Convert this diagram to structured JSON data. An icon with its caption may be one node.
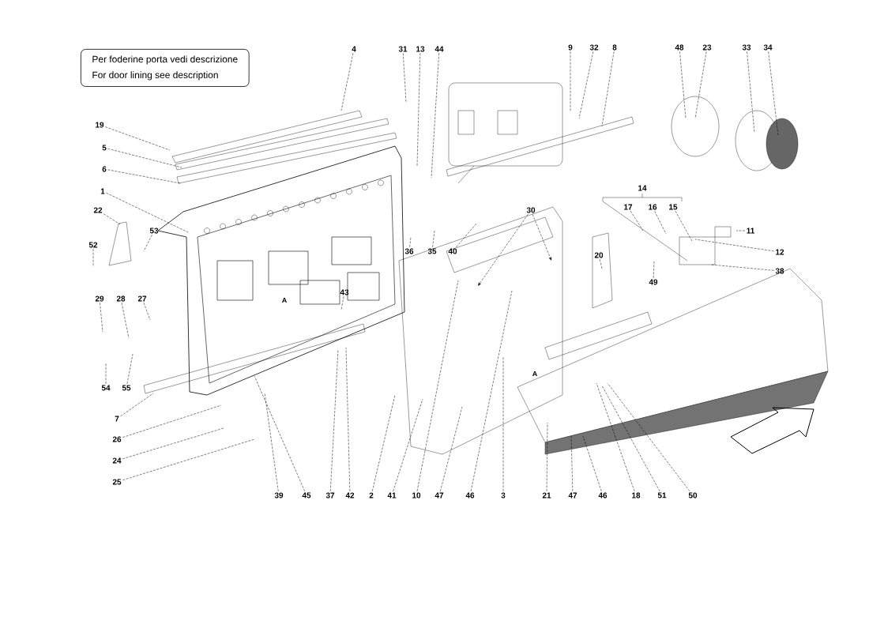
{
  "diagram": {
    "nodes": [
      {
        "text": [
          "Per foderine porta vedi descrizione",
          "For door lining see description"
        ]
      },
      {
        "text": [
          "4"
        ]
      },
      {
        "text": [
          "31"
        ]
      },
      {
        "text": [
          "13"
        ]
      },
      {
        "text": [
          "44"
        ]
      },
      {
        "text": [
          "9"
        ]
      },
      {
        "text": [
          "32"
        ]
      },
      {
        "text": [
          "8"
        ]
      },
      {
        "text": [
          "48"
        ]
      },
      {
        "text": [
          "23"
        ]
      },
      {
        "text": [
          "33"
        ]
      },
      {
        "text": [
          "34"
        ]
      },
      {
        "text": [
          "19"
        ]
      },
      {
        "text": [
          "5"
        ]
      },
      {
        "text": [
          "6"
        ]
      },
      {
        "text": [
          "1"
        ]
      },
      {
        "text": [
          "22"
        ]
      },
      {
        "text": [
          "53"
        ]
      },
      {
        "text": [
          "52"
        ]
      },
      {
        "text": [
          "14"
        ]
      },
      {
        "text": [
          "17"
        ]
      },
      {
        "text": [
          "16"
        ]
      },
      {
        "text": [
          "15"
        ]
      },
      {
        "text": [
          "30"
        ]
      },
      {
        "text": [
          "11"
        ]
      },
      {
        "text": [
          "36"
        ]
      },
      {
        "text": [
          "35"
        ]
      },
      {
        "text": [
          "40"
        ]
      },
      {
        "text": [
          "12"
        ]
      },
      {
        "text": [
          "20"
        ]
      },
      {
        "text": [
          "38"
        ]
      },
      {
        "text": [
          "49"
        ]
      },
      {
        "text": [
          "43"
        ]
      },
      {
        "text": [
          "29"
        ]
      },
      {
        "text": [
          "28"
        ]
      },
      {
        "text": [
          "27"
        ]
      },
      {
        "text": [
          "54"
        ]
      },
      {
        "text": [
          "55"
        ]
      },
      {
        "text": [
          "7"
        ]
      },
      {
        "text": [
          "26"
        ]
      },
      {
        "text": [
          "24"
        ]
      },
      {
        "text": [
          "25"
        ]
      },
      {
        "text": [
          "39"
        ]
      },
      {
        "text": [
          "45"
        ]
      },
      {
        "text": [
          "37"
        ]
      },
      {
        "text": [
          "42"
        ]
      },
      {
        "text": [
          "2"
        ]
      },
      {
        "text": [
          "41"
        ]
      },
      {
        "text": [
          "10"
        ]
      },
      {
        "text": [
          "47"
        ]
      },
      {
        "text": [
          "46"
        ]
      },
      {
        "text": [
          "3"
        ]
      },
      {
        "text": [
          "21"
        ]
      },
      {
        "text": [
          "47"
        ]
      },
      {
        "text": [
          "46"
        ]
      },
      {
        "text": [
          "18"
        ]
      },
      {
        "text": [
          "51"
        ]
      },
      {
        "text": [
          "50"
        ]
      }
    ],
    "edges": [
      {
        "from": 1,
        "to": null,
        "arrow": "none"
      },
      {
        "from": 2,
        "to": null,
        "arrow": "none"
      },
      {
        "from": 3,
        "to": null,
        "arrow": "none"
      },
      {
        "from": 4,
        "to": null,
        "arrow": "none"
      },
      {
        "from": 5,
        "to": null,
        "arrow": "none"
      },
      {
        "from": 6,
        "to": null,
        "arrow": "none"
      },
      {
        "from": 7,
        "to": null,
        "arrow": "none"
      },
      {
        "from": 8,
        "to": null,
        "arrow": "none"
      },
      {
        "from": 9,
        "to": null,
        "arrow": "none"
      },
      {
        "from": 10,
        "to": null,
        "arrow": "none"
      },
      {
        "from": 11,
        "to": null,
        "arrow": "none"
      },
      {
        "from": 12,
        "to": null,
        "arrow": "none"
      },
      {
        "from": 13,
        "to": null,
        "arrow": "none"
      },
      {
        "from": 14,
        "to": null,
        "arrow": "none"
      },
      {
        "from": 15,
        "to": null,
        "arrow": "none"
      },
      {
        "from": 16,
        "to": null,
        "arrow": "none"
      },
      {
        "from": 17,
        "to": null,
        "arrow": "none"
      },
      {
        "from": 18,
        "to": null,
        "arrow": "none"
      },
      {
        "from": 20,
        "to": null,
        "arrow": "none"
      },
      {
        "from": 21,
        "to": null,
        "arrow": "none"
      },
      {
        "from": 22,
        "to": null,
        "arrow": "none"
      },
      {
        "from": 23,
        "to": null,
        "arrow": "to"
      },
      {
        "from": 23,
        "to": null,
        "arrow": "to"
      },
      {
        "from": 24,
        "to": null,
        "arrow": "none"
      },
      {
        "from": 25,
        "to": null,
        "arrow": "none"
      },
      {
        "from": 26,
        "to": null,
        "arrow": "none"
      },
      {
        "from": 27,
        "to": null,
        "arrow": "none"
      },
      {
        "from": 28,
        "to": null,
        "arrow": "none"
      },
      {
        "from": 29,
        "to": null,
        "arrow": "none"
      },
      {
        "from": 30,
        "to": null,
        "arrow": "none"
      },
      {
        "from": 31,
        "to": null,
        "arrow": "none"
      },
      {
        "from": 32,
        "to": null,
        "arrow": "none"
      },
      {
        "from": 33,
        "to": null,
        "arrow": "none"
      },
      {
        "from": 34,
        "to": null,
        "arrow": "none"
      },
      {
        "from": 35,
        "to": null,
        "arrow": "none"
      },
      {
        "from": 36,
        "to": null,
        "arrow": "none"
      },
      {
        "from": 37,
        "to": null,
        "arrow": "none"
      },
      {
        "from": 38,
        "to": null,
        "arrow": "none"
      },
      {
        "from": 39,
        "to": null,
        "arrow": "none"
      },
      {
        "from": 40,
        "to": null,
        "arrow": "none"
      },
      {
        "from": 41,
        "to": null,
        "arrow": "none"
      },
      {
        "from": 42,
        "to": null,
        "arrow": "none"
      },
      {
        "from": 43,
        "to": null,
        "arrow": "none"
      },
      {
        "from": 44,
        "to": null,
        "arrow": "none"
      },
      {
        "from": 45,
        "to": null,
        "arrow": "none"
      },
      {
        "from": 46,
        "to": null,
        "arrow": "none"
      },
      {
        "from": 47,
        "to": null,
        "arrow": "none"
      },
      {
        "from": 48,
        "to": null,
        "arrow": "none"
      },
      {
        "from": 49,
        "to": null,
        "arrow": "none"
      },
      {
        "from": 50,
        "to": null,
        "arrow": "none"
      },
      {
        "from": 51,
        "to": null,
        "arrow": "none"
      },
      {
        "from": 52,
        "to": null,
        "arrow": "none"
      },
      {
        "from": 53,
        "to": null,
        "arrow": "none"
      },
      {
        "from": 54,
        "to": null,
        "arrow": "none"
      },
      {
        "from": 55,
        "to": null,
        "arrow": "none"
      },
      {
        "from": 56,
        "to": null,
        "arrow": "none"
      },
      {
        "from": 57,
        "to": null,
        "arrow": "none"
      }
    ],
    "labels": [
      "A",
      "A"
    ]
  }
}
